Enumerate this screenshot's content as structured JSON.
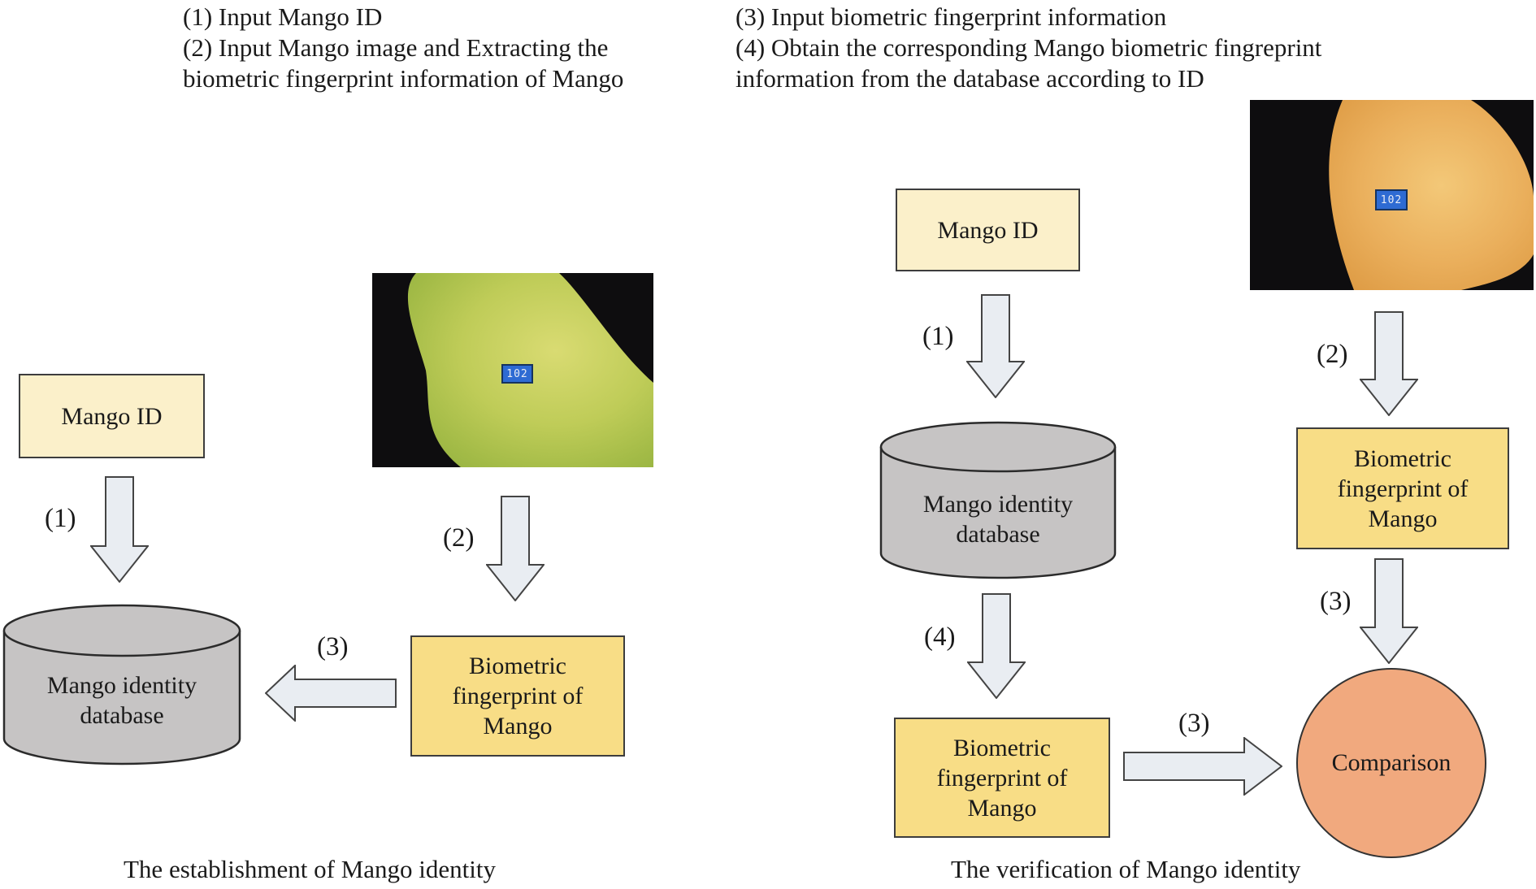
{
  "figure": {
    "left_panel": {
      "header_lines": [
        "(1) Input Mango ID",
        "(2) Input Mango image and Extracting the",
        "biometric fingerprint information of Mango"
      ],
      "mango_id_box": "Mango ID",
      "arrow1_label": "(1)",
      "arrow2_label": "(2)",
      "arrow3_label": "(3)",
      "database_line1": "Mango identity",
      "database_line2": "database",
      "biometric_line1": "Biometric",
      "biometric_line2": "fingerprint of",
      "biometric_line3": "Mango",
      "photo_tag": "102",
      "caption": "The establishment of Mango identity"
    },
    "right_panel": {
      "header_lines": [
        "(3) Input biometric fingerprint information",
        "(4) Obtain the corresponding Mango biometric fingreprint",
        "information from the database according to ID"
      ],
      "mango_id_box": "Mango ID",
      "arrow1_label": "(1)",
      "arrow2_label": "(2)",
      "arrow3_horiz_label": "(3)",
      "arrow3_down_label": "(3)",
      "arrow4_label": "(4)",
      "database_line1": "Mango identity",
      "database_line2": "database",
      "biometric_bottom_line1": "Biometric",
      "biometric_bottom_line2": "fingerprint of",
      "biometric_bottom_line3": "Mango",
      "biometric_top_line1": "Biometric",
      "biometric_top_line2": "fingerprint of",
      "biometric_top_line3": "Mango",
      "comparison": "Comparison",
      "photo_tag": "102",
      "caption": "The verification of Mango identity"
    },
    "colors": {
      "id_box_fill": "#fbf0ca",
      "biometric_box_fill": "#f8dd86",
      "database_fill": "#c6c4c4",
      "comparison_fill": "#f1a97e",
      "arrow_fill": "#e9edf2",
      "outline": "#3d3d3d",
      "tag_fill": "#2e6bd3",
      "green_mango": "#bfcc58",
      "ripe_mango": "#eaaf5c"
    }
  }
}
